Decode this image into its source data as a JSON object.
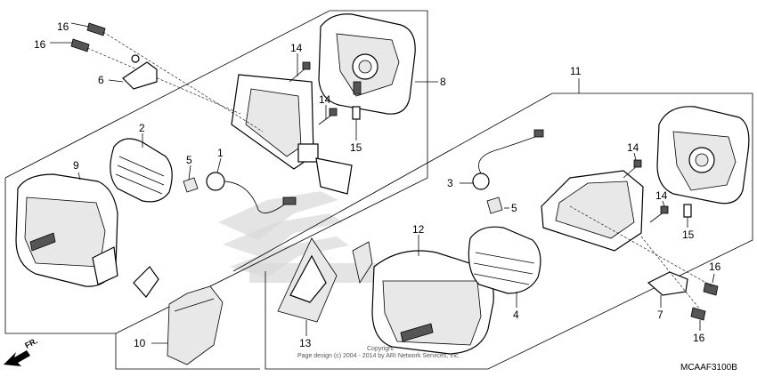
{
  "diagram": {
    "code": "MCAAF3100B",
    "copyright_line1": "Copyright",
    "copyright_line2": "Page design (c) 2004 - 2014 by ARI Network Services, Inc.",
    "direction_label": "FR.",
    "callouts": {
      "p1": "1",
      "p2": "2",
      "p3": "3",
      "p4": "4",
      "p5a": "5",
      "p5b": "5",
      "p6": "6",
      "p7": "7",
      "p8": "8",
      "p9": "9",
      "p10": "10",
      "p11": "11",
      "p12": "12",
      "p13": "13",
      "p14a": "14",
      "p14b": "14",
      "p14c": "14",
      "p14d": "14",
      "p15a": "15",
      "p15b": "15",
      "p16a": "16",
      "p16b": "16",
      "p16c": "16",
      "p16d": "16"
    }
  }
}
